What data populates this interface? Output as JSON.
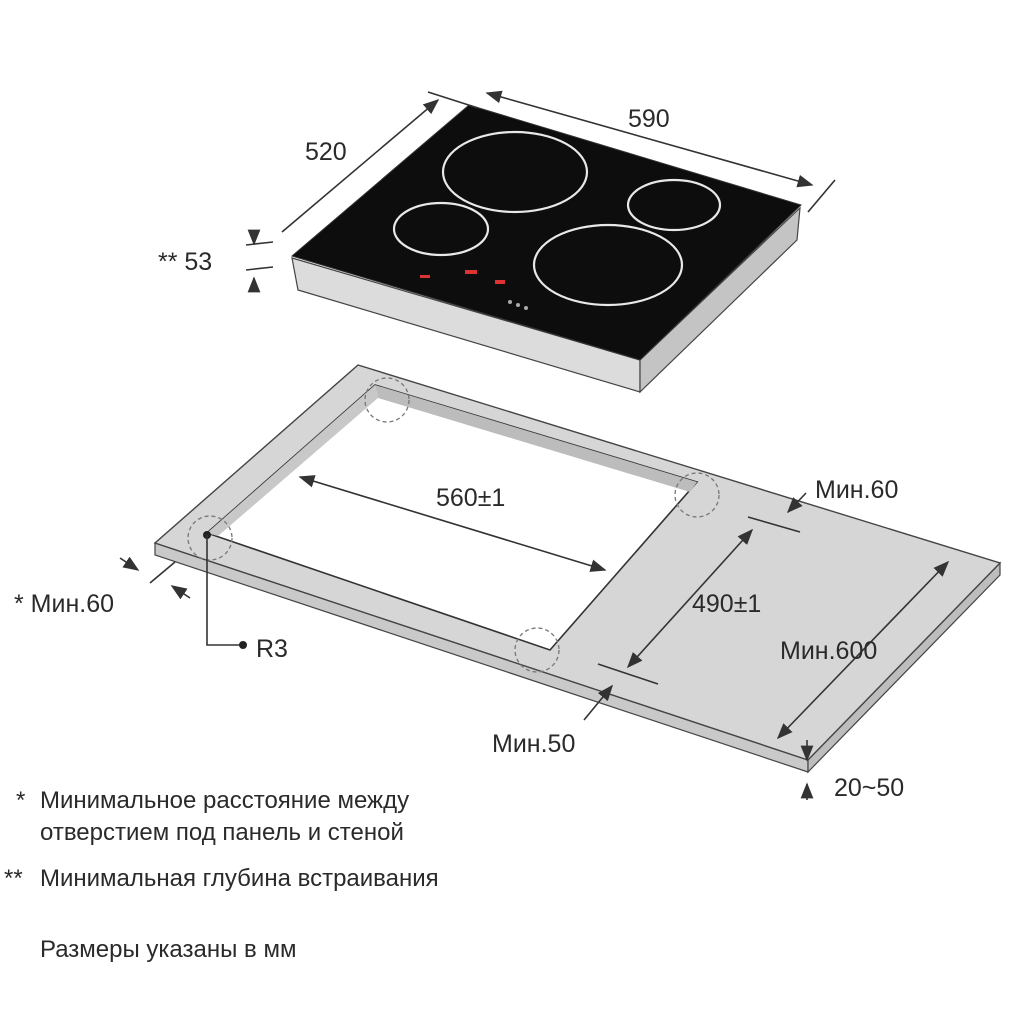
{
  "dimensions": {
    "width": "590",
    "depth": "520",
    "height": "** 53",
    "cutout_width": "560±1",
    "cutout_depth": "490±1",
    "min_back": "Мин.60",
    "min_front": "Мин.50",
    "min_side": "* Мин.60",
    "min_counter_depth": "Мин.600",
    "counter_thickness": "20~50",
    "corner_radius": "R3"
  },
  "notes": {
    "line1_marker": "*",
    "line1a": "Минимальное расстояние между",
    "line1b": "отверстием под панель и стеной",
    "line2_marker": "**",
    "line2": "Минимальная глубина встраивания",
    "units": "Размеры указаны в мм"
  },
  "colors": {
    "glass": "#0d0d0d",
    "steel": "#d9d9d9",
    "countertop": "#d6d6d6",
    "zone": "#e8e8e8"
  }
}
